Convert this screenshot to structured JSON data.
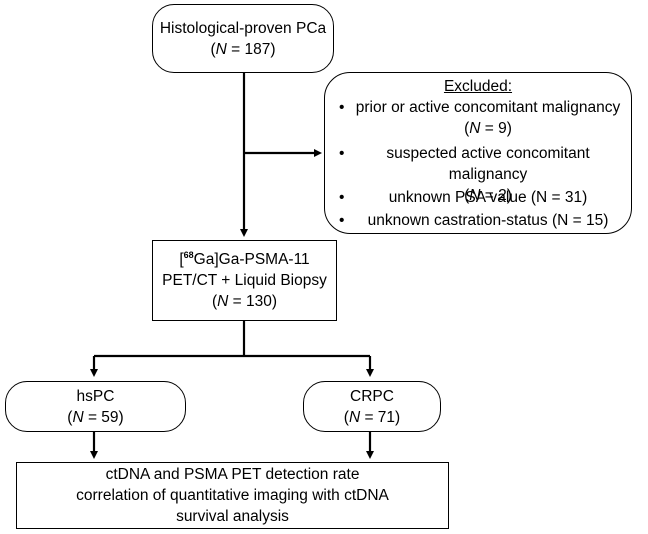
{
  "top_box": {
    "line1": "Histological-proven PCa",
    "n_label": "N",
    "n_value": " = 187)"
  },
  "excluded": {
    "title": "Excluded:",
    "items": [
      {
        "text": "prior or active concomitant malignancy",
        "n_label": "N",
        "n_value": " = 9)"
      },
      {
        "text": "suspected active concomitant malignancy",
        "n_label": "N",
        "n_value": " = 2)"
      },
      {
        "text": "unknown PSA value (N = 31)"
      },
      {
        "text": "unknown castration-status (N = 15)"
      }
    ]
  },
  "psma_box": {
    "bracket_open": "[",
    "isotope": "68",
    "line1_rest": "Ga]Ga-PSMA-11",
    "line2": "PET/CT + Liquid Biopsy",
    "n_label": "N",
    "n_value": " = 130)"
  },
  "hspc_box": {
    "label": "hsPC",
    "n_label": "N",
    "n_value": " = 59)"
  },
  "crpc_box": {
    "label": "CRPC",
    "n_label": "N",
    "n_value": " = 71)"
  },
  "bottom_box": {
    "lines": [
      "ctDNA and PSMA PET detection rate",
      "correlation of quantitative imaging with ctDNA",
      "survival analysis"
    ]
  }
}
